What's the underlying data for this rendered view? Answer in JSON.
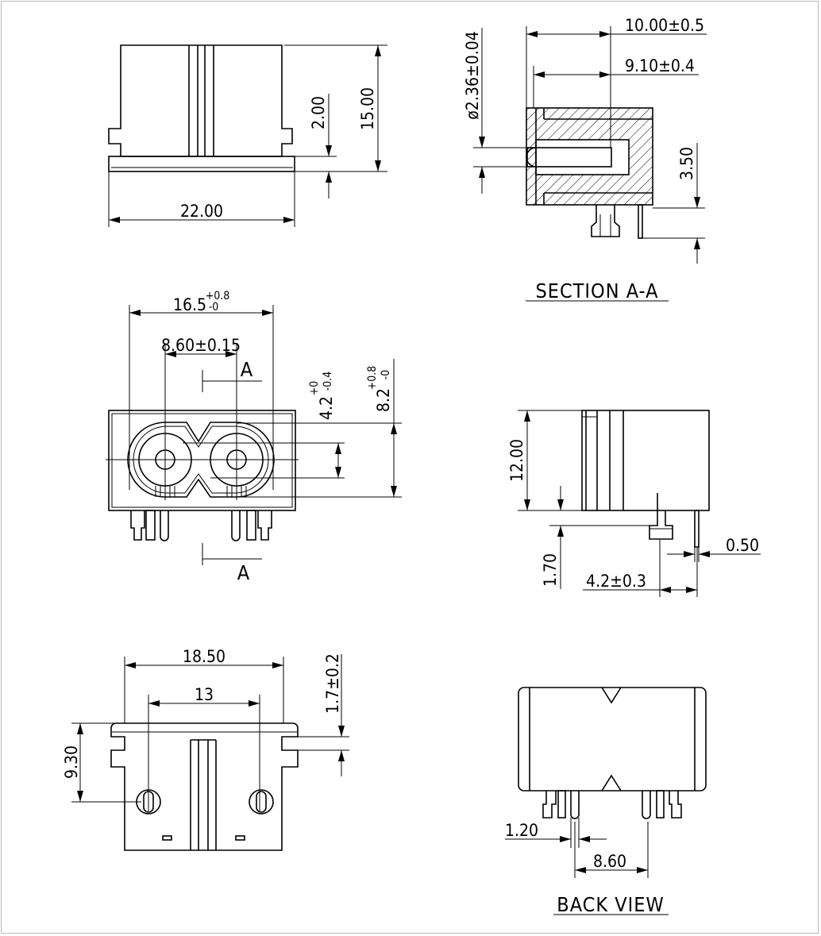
{
  "drawing": {
    "top_view": {
      "dims": {
        "width": "22.00",
        "height": "15.00",
        "flange": "2.00"
      }
    },
    "section_view": {
      "title": "SECTION A-A",
      "dims": {
        "length": "10.00±0.5",
        "depth": "9.10±0.4",
        "hole_dia": "ø2.36±0.04",
        "pin": "3.50"
      }
    },
    "front_view": {
      "dims": {
        "width_main": "16.5",
        "width_tol_upper": "+0.8",
        "width_tol_lower": "-0",
        "pitch": "8.60±0.15",
        "hole_h_main": "4.2",
        "hole_h_tol_upper": "+0",
        "hole_h_tol_lower": "-0.4",
        "body_h_main": "8.2",
        "body_h_tol_upper": "+0.8",
        "body_h_tol_lower": "-0"
      },
      "section_marker": "A"
    },
    "side_view": {
      "dims": {
        "height": "12.00",
        "offset": "1.70",
        "pin_pos": "4.2±0.3",
        "pin_t": "0.50"
      }
    },
    "bottom_view": {
      "dims": {
        "width": "18.50",
        "pitch": "13",
        "depth": "9.30",
        "flange": "1.7±0.2"
      }
    },
    "back_view": {
      "title": "BACK VIEW",
      "dims": {
        "pin_w": "1.20",
        "pitch": "8.60"
      }
    }
  }
}
